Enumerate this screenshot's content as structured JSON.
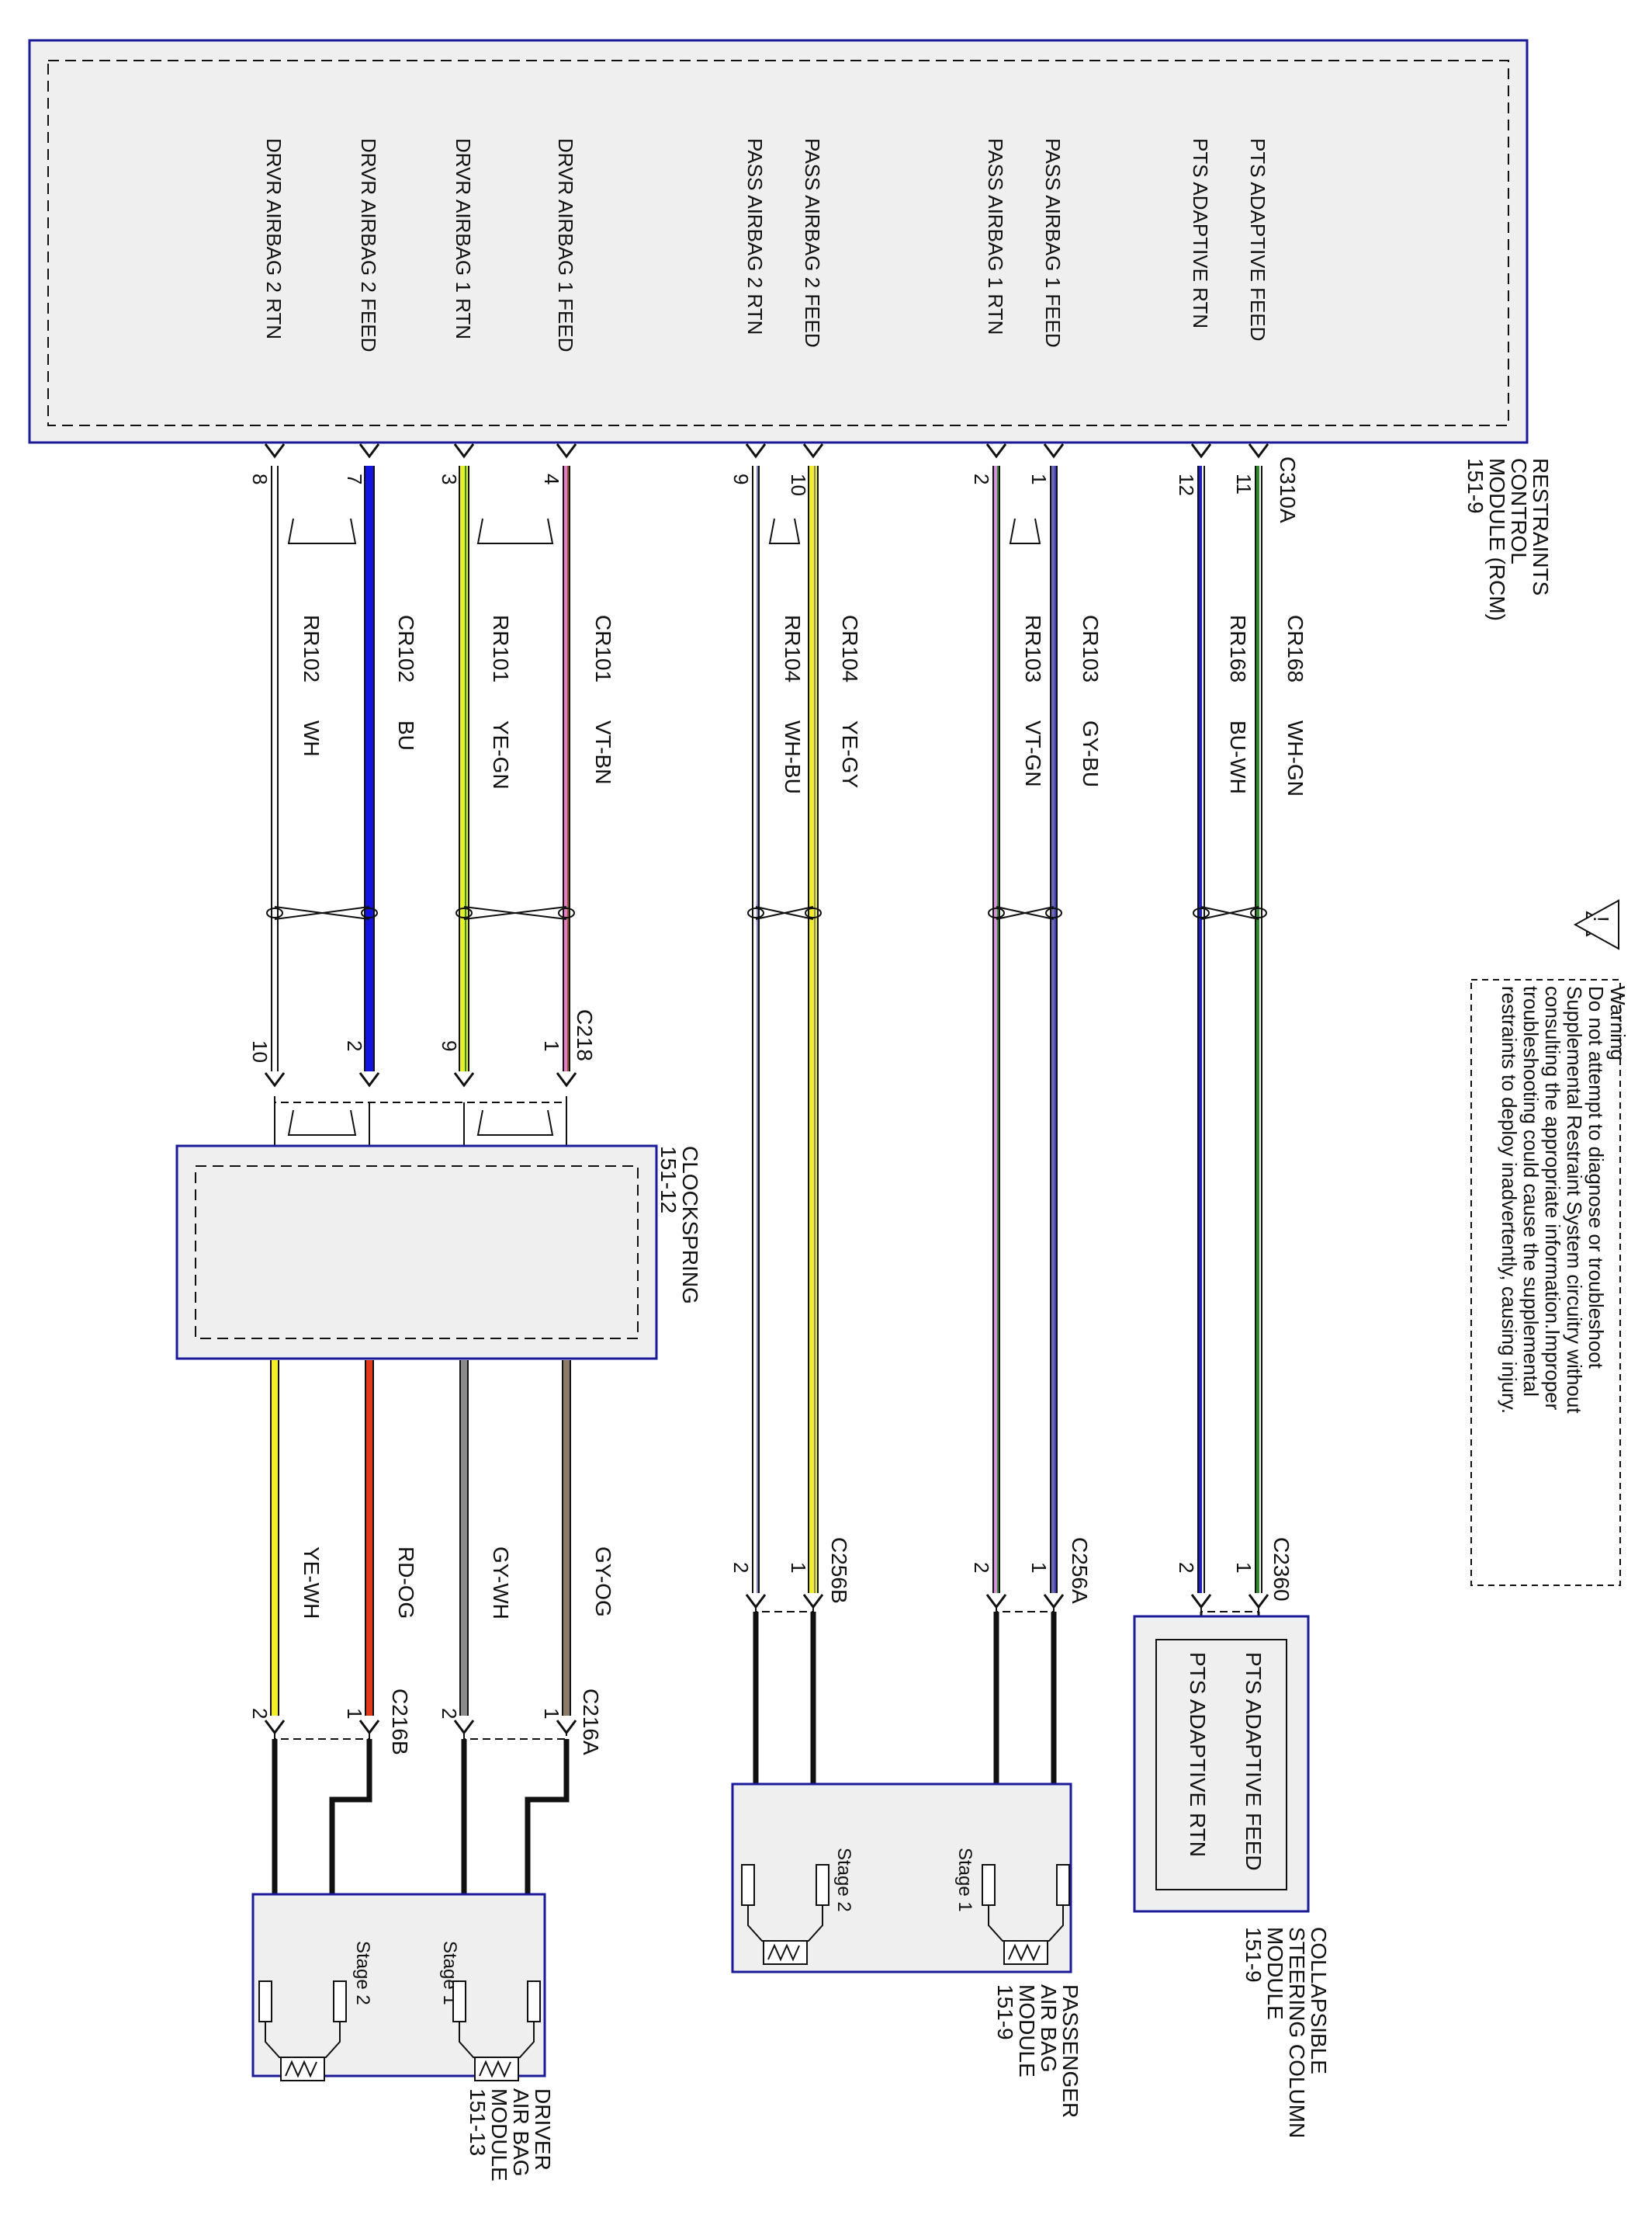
{
  "modules": {
    "rcm": {
      "name_lines": [
        "RESTRAINTS",
        "CONTROL",
        "MODULE (RCM)",
        "151-9"
      ],
      "pins": [
        "PTS ADAPTIVE FEED",
        "PTS ADAPTIVE RTN",
        "PASS AIRBAG 1 FEED",
        "PASS AIRBAG 1 RTN",
        "PASS AIRBAG 2 FEED",
        "PASS AIRBAG 2 RTN",
        "DRVR AIRBAG 1 FEED",
        "DRVR AIRBAG 1 RTN",
        "DRVR AIRBAG 2 FEED",
        "DRVR AIRBAG 2 RTN"
      ]
    },
    "clockspring": {
      "name": "CLOCKSPRING",
      "code": "151-12"
    },
    "steering_column": {
      "name_lines": [
        "COLLAPSIBLE",
        "STEERING COLUMN",
        "MODULE",
        "151-9"
      ],
      "pins": [
        "PTS ADAPTIVE FEED",
        "PTS ADAPTIVE RTN"
      ]
    },
    "passenger_airbag": {
      "name_lines": [
        "PASSENGER",
        "AIR BAG",
        "MODULE",
        "151-9"
      ],
      "stage1": "Stage 1",
      "stage2": "Stage 2"
    },
    "driver_airbag": {
      "name_lines": [
        "DRIVER",
        "AIR BAG",
        "MODULE",
        "151-13"
      ],
      "stage1": "Stage 1",
      "stage2": "Stage 2"
    }
  },
  "connectors": {
    "c310a": "C310A",
    "c218": "C218",
    "c2360": "C2360",
    "c256a": "C256A",
    "c256b": "C256B",
    "c216a": "C216A",
    "c216b": "C216B"
  },
  "warning": {
    "lines": [
      "Warning",
      "Do not attempt to diagnose or troubleshoot",
      "Supplemental Restraint System circuitry without",
      "consulting the appropriate information.Improper",
      "troubleshooting could cause the supplemental",
      "restraints to deploy inadvertently, causing injury."
    ],
    "symbol": "!"
  },
  "circuits": [
    {
      "pin": "11",
      "circuit": "CR168",
      "color_code": "WH-GN",
      "end_pin": "1",
      "color": "#2e8b2e",
      "stripe": "#ffffff"
    },
    {
      "pin": "12",
      "circuit": "RR168",
      "color_code": "BU-WH",
      "end_pin": "2",
      "color": "#1c1ccc",
      "stripe": "#ffffff"
    },
    {
      "pin": "1",
      "circuit": "CR103",
      "color_code": "GY-BU",
      "end_pin": "1",
      "color": "#6a6aa8",
      "stripe": "#3a3acc"
    },
    {
      "pin": "2",
      "circuit": "RR103",
      "color_code": "VT-GN",
      "end_pin": "2",
      "color": "#d98ed9",
      "stripe": "#2e8b2e"
    },
    {
      "pin": "10",
      "circuit": "CR104",
      "color_code": "YE-GY",
      "end_pin": "1",
      "color": "#f2ee28",
      "stripe": "#888888"
    },
    {
      "pin": "9",
      "circuit": "RR104",
      "color_code": "WH-BU",
      "end_pin": "2",
      "color": "#ffffff",
      "stripe": "#7a7acc"
    },
    {
      "pin": "4",
      "circuit": "CR101",
      "color_code": "VT-BN",
      "end_pin": "1",
      "color": "#e878c8",
      "stripe": "#8b5a2b"
    },
    {
      "pin": "3",
      "circuit": "RR101",
      "color_code": "YE-GN",
      "end_pin": "9",
      "color": "#e8ee28",
      "stripe": "#2e8b2e"
    },
    {
      "pin": "7",
      "circuit": "CR102",
      "color_code": "BU",
      "end_pin": "2",
      "color": "#1414e0",
      "stripe": ""
    },
    {
      "pin": "8",
      "circuit": "RR102",
      "color_code": "WH",
      "end_pin": "10",
      "color": "#ffffff",
      "stripe": ""
    }
  ],
  "driver_wires": [
    {
      "color_code": "GY-OG",
      "pin": "1",
      "color": "#8b7b6b"
    },
    {
      "color_code": "GY-WH",
      "pin": "2",
      "color": "#8a8a8a"
    },
    {
      "color_code": "RD-OG",
      "pin": "1",
      "color": "#e03a1a"
    },
    {
      "color_code": "YE-WH",
      "pin": "2",
      "color": "#f2ee28"
    }
  ]
}
